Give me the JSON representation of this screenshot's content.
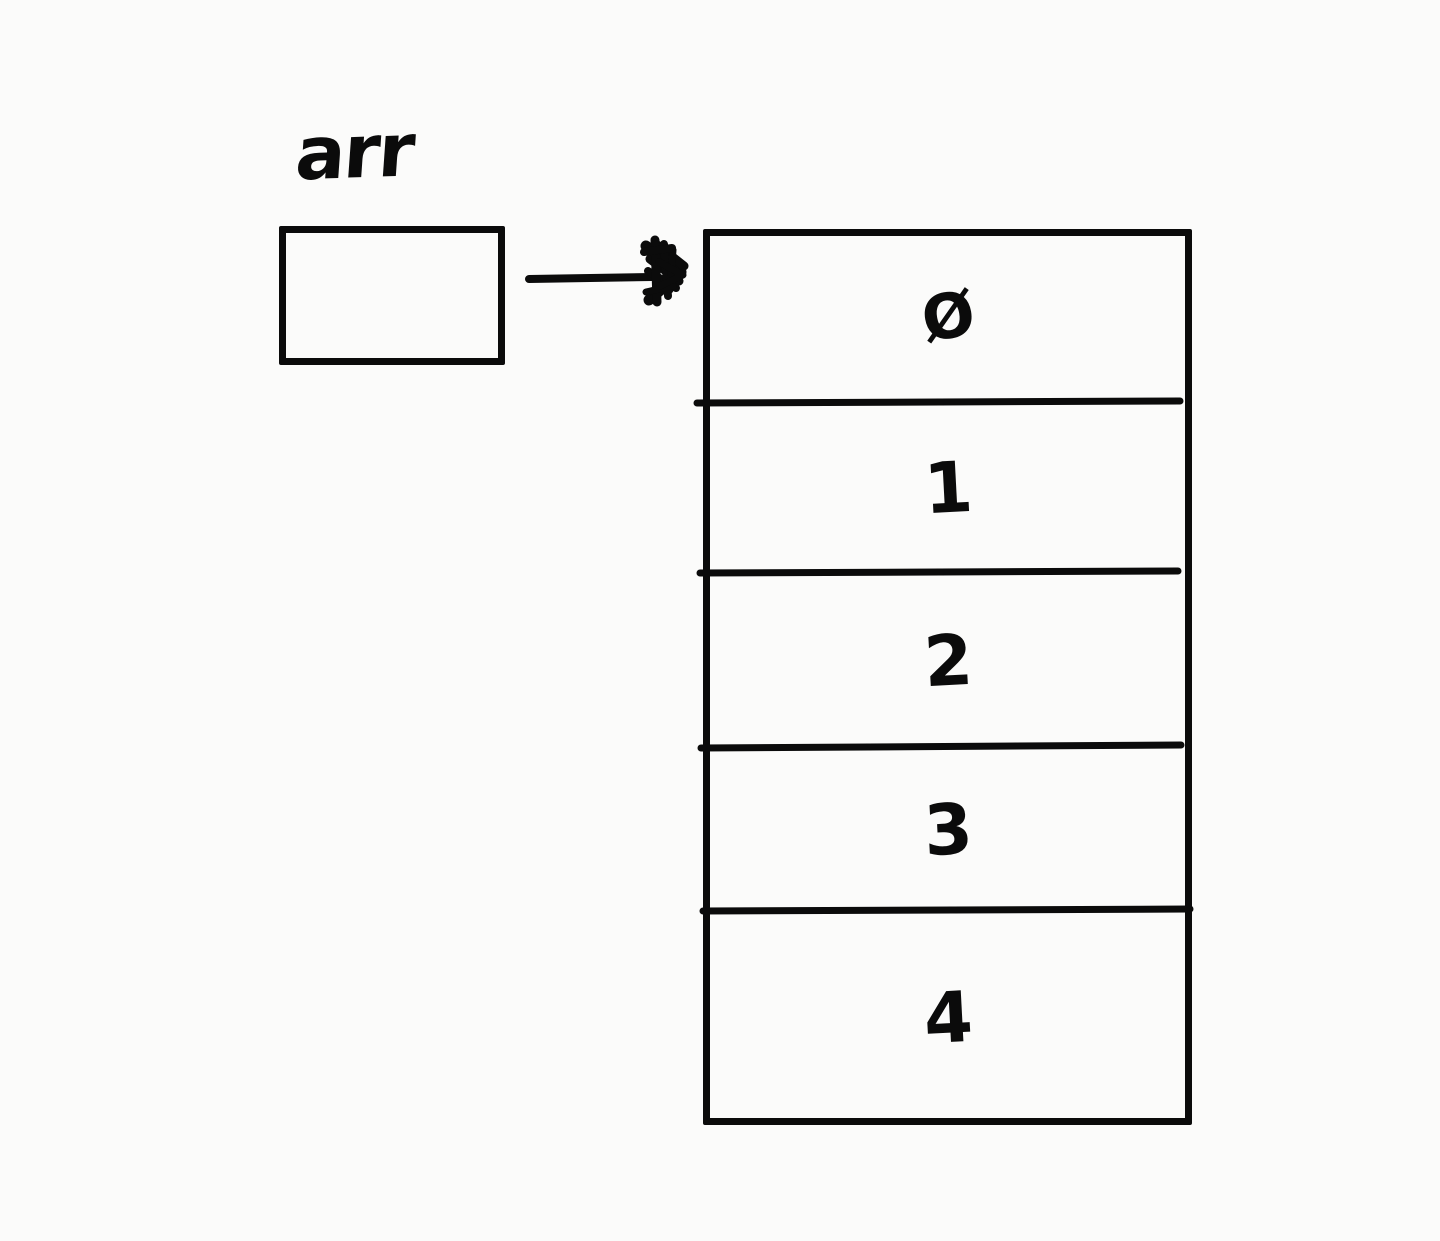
{
  "diagram": {
    "title": "array-pointer-diagram",
    "background_color": "#fbfbfa",
    "ink_color": "#0b0b0b",
    "style": "hand-drawn whiteboard sketch"
  },
  "pointer": {
    "label": "arr",
    "box_is_empty": true,
    "box_contents": ""
  },
  "arrow": {
    "label": "",
    "direction": "left-to-right",
    "from": "pointer-box",
    "to": "array-box",
    "head_style": "scribbled-filled"
  },
  "array": {
    "name": "arr",
    "length": 5,
    "orientation": "vertical",
    "cells": [
      {
        "index": 0,
        "value": "Ø",
        "display": "0",
        "slashed_zero": true
      },
      {
        "index": 1,
        "value": "1",
        "display": "1",
        "slashed_zero": false
      },
      {
        "index": 2,
        "value": "2",
        "display": "2",
        "slashed_zero": false
      },
      {
        "index": 3,
        "value": "3",
        "display": "3",
        "slashed_zero": false
      },
      {
        "index": 4,
        "value": "4",
        "display": "4",
        "slashed_zero": false
      }
    ]
  }
}
